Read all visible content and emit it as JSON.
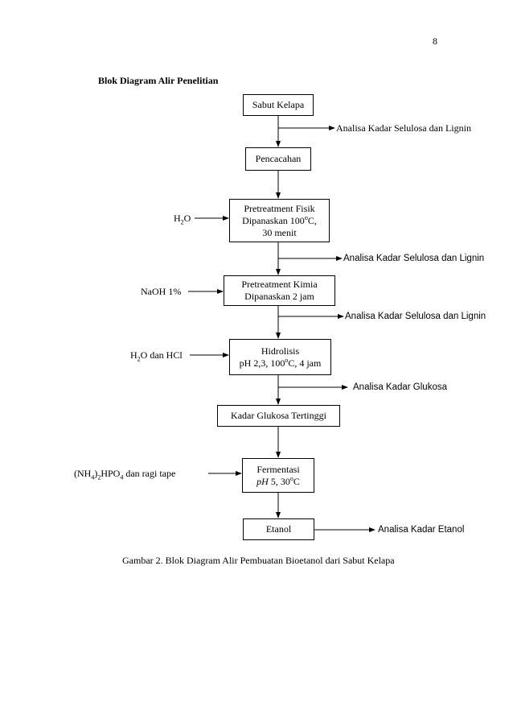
{
  "page_number": "8",
  "heading": "Blok Diagram Alir Penelitian",
  "steps": {
    "sabut": "Sabut Kelapa",
    "pencacahan": "Pencacahan",
    "fisik": [
      "Pretreatment Fisik",
      "Dipanaskan 100",
      "o",
      "C,",
      "30 menit"
    ],
    "kimia": [
      "Pretreatment Kimia",
      "Dipanaskan 2 jam"
    ],
    "hidrolisis": [
      "Hidrolisis",
      "pH 2,3, 100",
      "o",
      "C, 4 jam"
    ],
    "glukosa_tertinggi": "Kadar Glukosa Tertinggi",
    "fermentasi": [
      "Fermentasi",
      "pH",
      " 5, 30",
      "o",
      "C"
    ],
    "etanol": "Etanol"
  },
  "inputs": {
    "h2o": [
      "H",
      "2",
      "O"
    ],
    "naoh": "NaOH 1%",
    "h2o_hcl": [
      "H",
      "2",
      "O dan HCl"
    ],
    "nh4": [
      "(NH",
      "4",
      ")",
      "2",
      "HPO",
      "4",
      " dan ragi tape"
    ]
  },
  "analyses": {
    "a1": "Analisa Kadar Selulosa dan Lignin",
    "a2": "Analisa Kadar Selulosa dan Lignin",
    "a3": "Analisa Kadar Selulosa dan Lignin",
    "a4": "Analisa Kadar Glukosa",
    "a5": "Analisa Kadar Etanol"
  },
  "caption": "Gambar 2. Blok Diagram Alir Pembuatan Bioetanol dari Sabut Kelapa"
}
